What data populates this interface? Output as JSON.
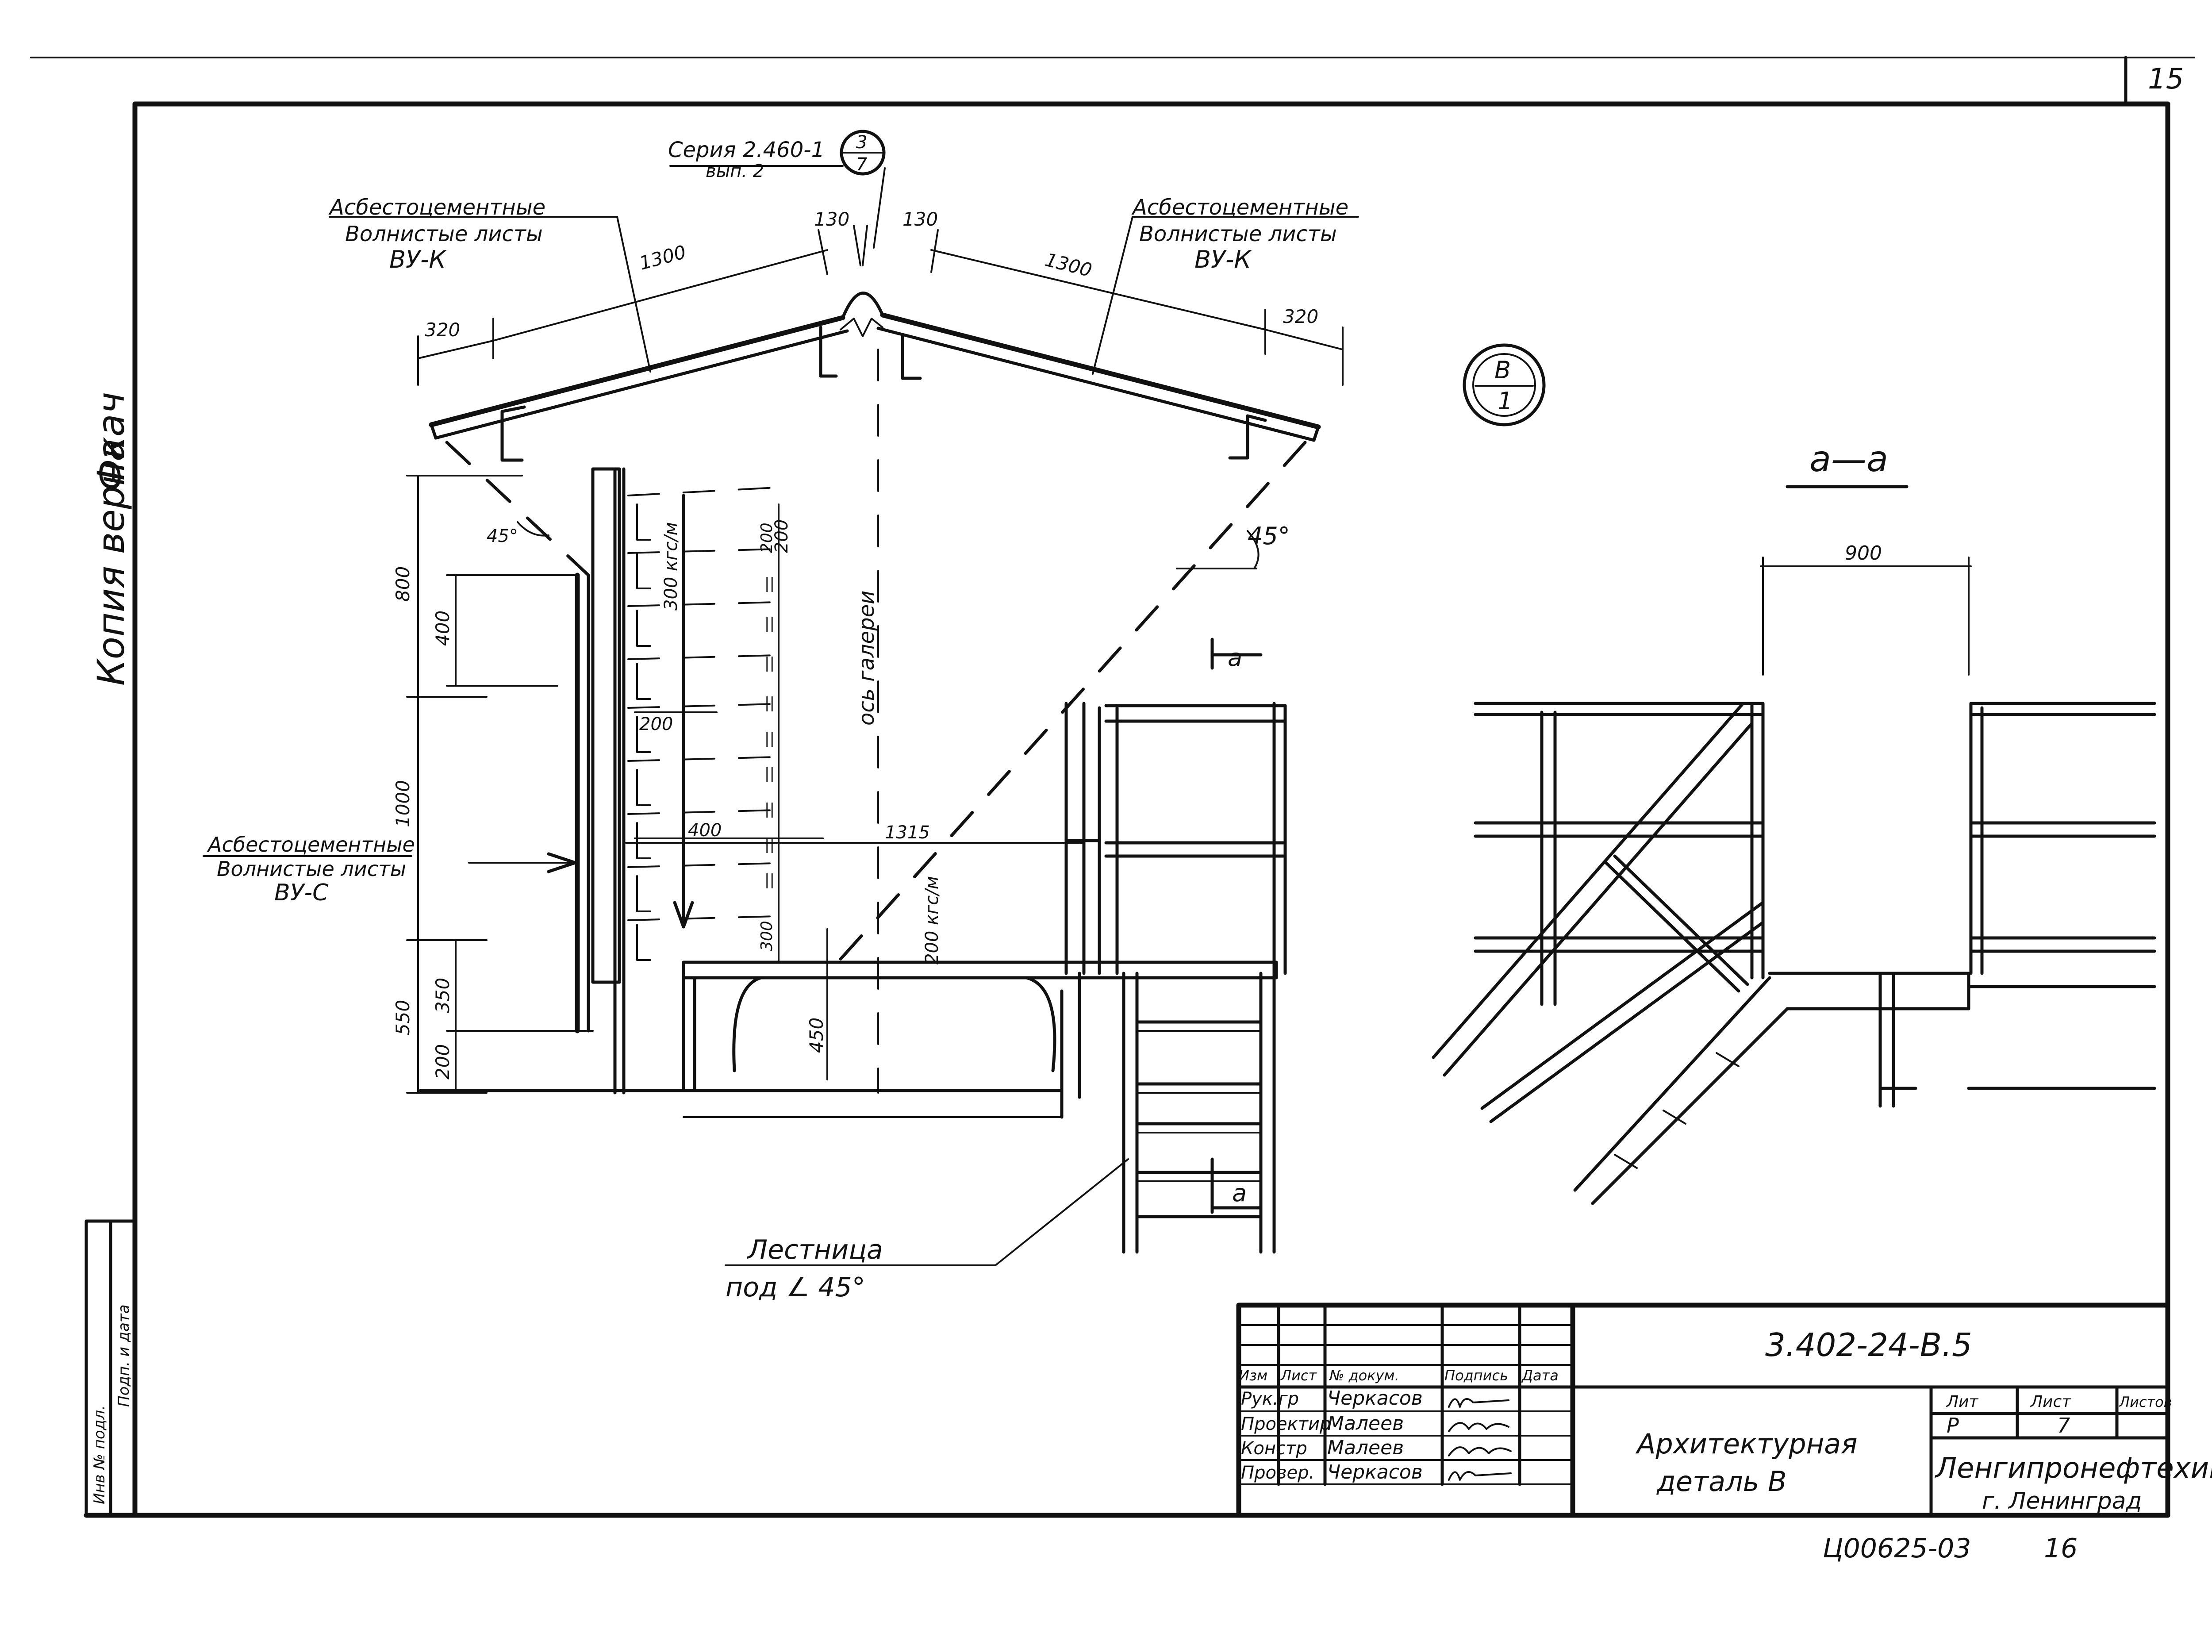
{
  "sheet": {
    "page_number": "15",
    "side_note": "Копия верна",
    "side_signature": "Фкач",
    "bottom_stamp": "Ц00625-03",
    "bottom_number": "16",
    "left_strip_labels": [
      "Инв № подл.",
      "Подп. и дата"
    ]
  },
  "callouts": {
    "series_ref": "Серия 2.460-1",
    "series_issue": "вып. 2",
    "series_bubble_top": "3",
    "series_bubble_bottom": "7",
    "roof_sheets_left": [
      "Асбестоцементные",
      "Волнистые листы",
      "ВУ-К"
    ],
    "roof_sheets_right": [
      "Асбестоцементные",
      "Волнистые листы",
      "ВУ-К"
    ],
    "wall_sheets": [
      "Асбестоцементные",
      "Волнистые листы",
      "ВУ-С"
    ],
    "ladder": [
      "Лестница",
      "под ∠ 45°"
    ],
    "gallery_axis": "ось галереи",
    "detail_bubble_top": "В",
    "detail_bubble_bottom": "1",
    "section_title": "а—а",
    "section_mark": "а"
  },
  "dimensions": {
    "roof": [
      "320",
      "1300",
      "130",
      "130",
      "1300",
      "320"
    ],
    "angles": [
      "45°",
      "45°"
    ],
    "wall_left": [
      "800",
      "400",
      "1000",
      "550",
      "350",
      "200"
    ],
    "wall_inner": [
      "200",
      "200",
      "400",
      "1315",
      "450",
      "900"
    ],
    "wall_loads": [
      "300 кгс/м",
      "200 кгс/м"
    ],
    "wall_right": [
      "200",
      "||",
      "||",
      "||",
      "||",
      "||",
      "||",
      "||",
      "||",
      "||",
      "300"
    ],
    "section_width": "900"
  },
  "title_block": {
    "doc_code": "3.402-24-В.5",
    "headers": [
      "Изм",
      "Лист",
      "№ докум.",
      "Подпись",
      "Дата"
    ],
    "rows": [
      {
        "role": "Рук.гр",
        "name": "Черкасов"
      },
      {
        "role": "Проектир",
        "name": "Малеев"
      },
      {
        "role": "Констр",
        "name": "Малеев"
      },
      {
        "role": "Провер.",
        "name": "Черкасов"
      }
    ],
    "title": [
      "Архитектурная",
      "деталь В"
    ],
    "stage_headers": [
      "Лит",
      "Лист",
      "Листов"
    ],
    "stage_values": [
      "Р",
      "7",
      ""
    ],
    "org": "Ленгипронефтехим",
    "city": "г. Ленинград"
  }
}
